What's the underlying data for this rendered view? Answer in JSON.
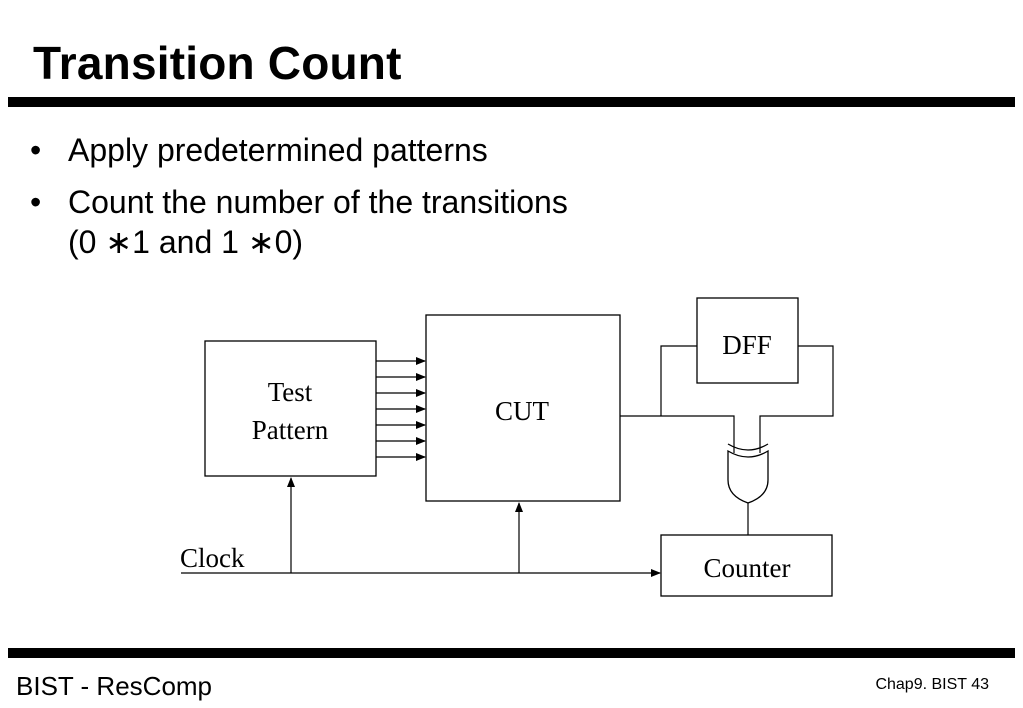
{
  "title": "Transition Count",
  "bullets": [
    {
      "lines": [
        "Apply predetermined patterns"
      ]
    },
    {
      "lines": [
        "Count the number of the transitions",
        "(0 ∗1 and 1 ∗0)"
      ]
    }
  ],
  "bullet_symbol": "•",
  "diagram": {
    "test_pattern_line1": "Test",
    "test_pattern_line2": "Pattern",
    "cut": "CUT",
    "dff": "DFF",
    "counter": "Counter",
    "clock": "Clock"
  },
  "footer": {
    "left": "BIST - ResComp",
    "right": "Chap9. BIST  43"
  }
}
